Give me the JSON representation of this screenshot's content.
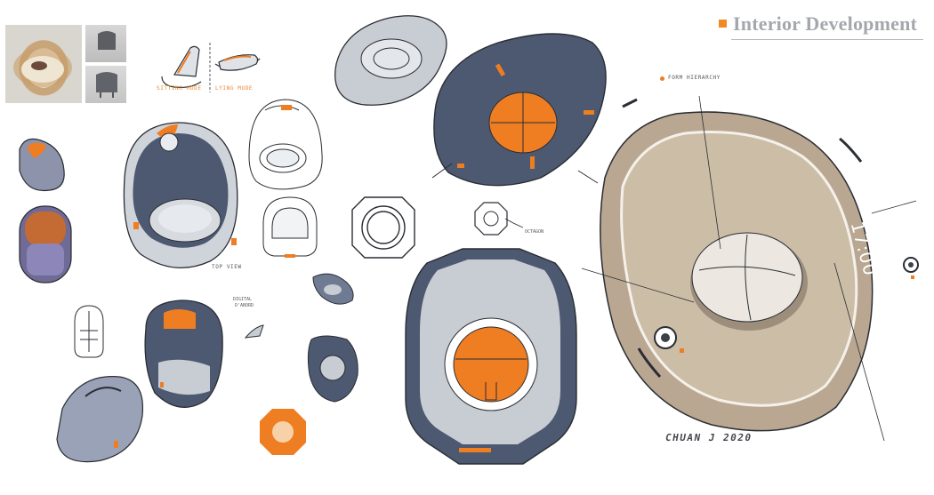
{
  "header": {
    "title": "Interior Development",
    "marker_color": "#f08a24"
  },
  "annotations": {
    "form_hierarchy": "FORM HIERARCHY",
    "sitting_mode": "SITTING MODE",
    "lying_mode": "LYING MODE",
    "octagon": "OCTAGON",
    "top_view": "TOP VIEW",
    "handle_note": "DIGITAL\nD'ABORD",
    "clock_display": "17:00",
    "signature": "CHUAN J 2020"
  },
  "colors": {
    "accent_orange": "#ef7d22",
    "slate_blue": "#4d5971",
    "light_gray": "#c8ccd3",
    "taupe": "#b9a791",
    "ink": "#2a2d33"
  },
  "figures": [
    "reference-photo-egg-chair",
    "reference-photo-chair-side-1",
    "reference-photo-chair-side-2",
    "mode-sketch-sitting",
    "mode-sketch-lying",
    "small-pod-side",
    "small-pod-front",
    "egg-chair-perspective",
    "egg-chair-wireframe",
    "egg-outline-front",
    "octagon-ring",
    "octagon-diagram",
    "pod-top-view-hero",
    "pod-top-view-large",
    "taupe-pod-render",
    "small-wireframe-pod",
    "blue-egg-seat",
    "round-shell-chair",
    "mini-pod-detail",
    "mini-pod-top",
    "orange-octagon-badge"
  ]
}
